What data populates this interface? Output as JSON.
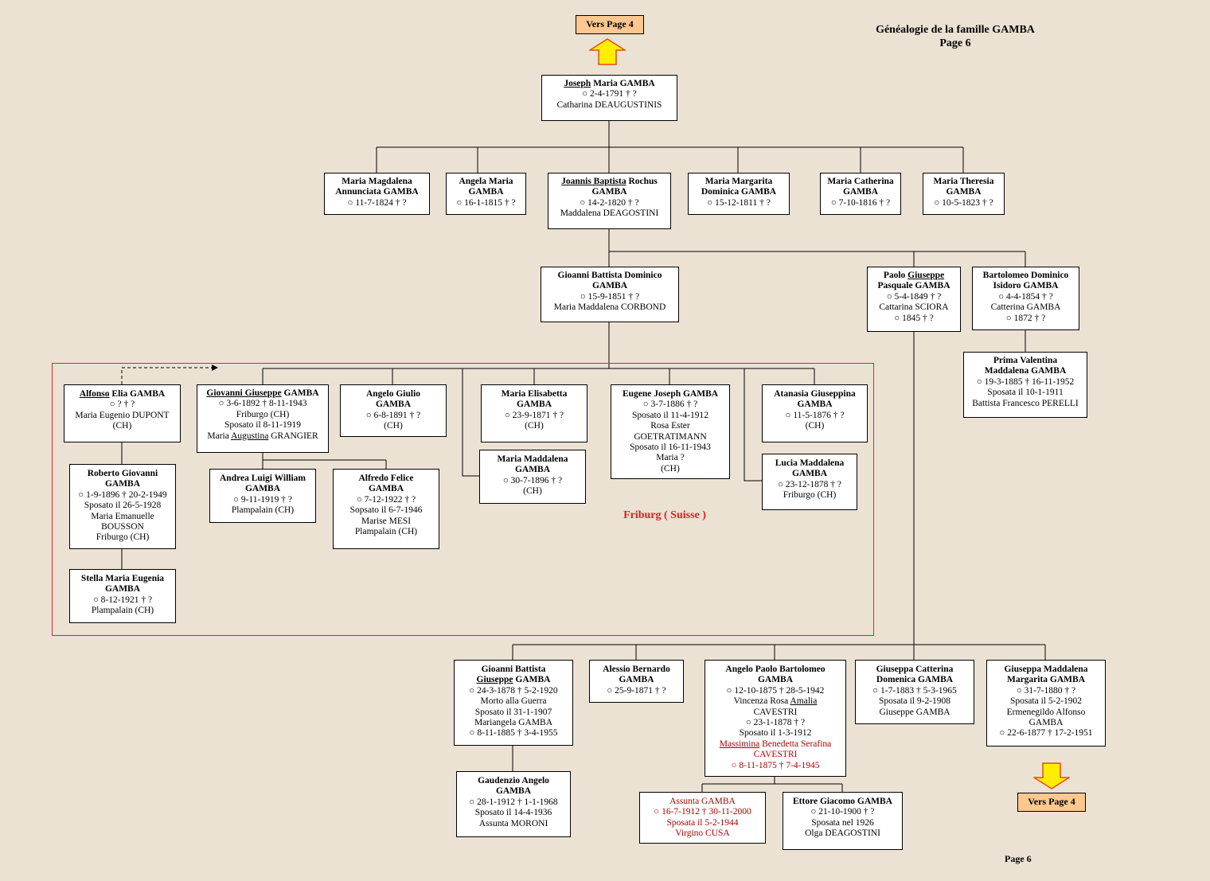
{
  "header": {
    "title": "Généalogie de la famille GAMBA",
    "subtitle": "Page 6"
  },
  "footer": {
    "page": "Page 6"
  },
  "nav": {
    "top": "Vers Page 4",
    "bottom": "Vers Page 4"
  },
  "region_label": "Friburg ( Suisse )",
  "persons": [
    {
      "id": "joseph",
      "lines": [
        [
          {
            "t": "Joseph",
            "s": "bold ul"
          },
          {
            "t": " Maria GAMBA",
            "s": "bold"
          }
        ],
        [
          {
            "t": "○ 2-4-1791 † ?"
          }
        ],
        [
          {
            "t": "Catharina DEAUGUSTINIS"
          }
        ]
      ]
    },
    {
      "id": "maria-magdalena",
      "lines": [
        [
          {
            "t": "Maria Magdalena",
            "s": "bold"
          }
        ],
        [
          {
            "t": "Annunciata  GAMBA",
            "s": "bold"
          }
        ],
        [
          {
            "t": "○ 11-7-1824 † ?"
          }
        ]
      ]
    },
    {
      "id": "angela-maria",
      "lines": [
        [
          {
            "t": "Angela Maria",
            "s": "bold"
          }
        ],
        [
          {
            "t": "GAMBA",
            "s": "bold"
          }
        ],
        [
          {
            "t": "○ 16-1-1815 † ?"
          }
        ]
      ]
    },
    {
      "id": "joannis",
      "lines": [
        [
          {
            "t": "Joannis Baptista",
            "s": "bold ul"
          },
          {
            "t": " Rochus",
            "s": "bold"
          }
        ],
        [
          {
            "t": "GAMBA",
            "s": "bold"
          }
        ],
        [
          {
            "t": "○ 14-2-1820 † ?"
          }
        ],
        [
          {
            "t": "Maddalena DEAGOSTINI"
          }
        ]
      ]
    },
    {
      "id": "maria-margarita",
      "lines": [
        [
          {
            "t": "Maria Margarita",
            "s": "bold"
          }
        ],
        [
          {
            "t": "Dominica GAMBA",
            "s": "bold"
          }
        ],
        [
          {
            "t": "○ 15-12-1811 † ?"
          }
        ]
      ]
    },
    {
      "id": "maria-catherina",
      "lines": [
        [
          {
            "t": "Maria Catherina",
            "s": "bold"
          }
        ],
        [
          {
            "t": "GAMBA",
            "s": "bold"
          }
        ],
        [
          {
            "t": "○ 7-10-1816 † ?"
          }
        ]
      ]
    },
    {
      "id": "maria-theresia",
      "lines": [
        [
          {
            "t": "Maria Theresia",
            "s": "bold"
          }
        ],
        [
          {
            "t": "GAMBA",
            "s": "bold"
          }
        ],
        [
          {
            "t": "○ 10-5-1823 † ?"
          }
        ]
      ]
    },
    {
      "id": "gioanni-b-dominico",
      "lines": [
        [
          {
            "t": "Gioanni Battista Dominico",
            "s": "bold"
          }
        ],
        [
          {
            "t": "GAMBA",
            "s": "bold"
          }
        ],
        [
          {
            "t": "○ 15-9-1851 † ?"
          }
        ],
        [
          {
            "t": "Maria Maddalena CORBOND"
          }
        ]
      ]
    },
    {
      "id": "paolo",
      "lines": [
        [
          {
            "t": "Paolo ",
            "s": "bold"
          },
          {
            "t": "Giuseppe",
            "s": "bold ul"
          }
        ],
        [
          {
            "t": "Pasquale GAMBA",
            "s": "bold"
          }
        ],
        [
          {
            "t": "○ 5-4-1849 † ?"
          }
        ],
        [
          {
            "t": "Cattarina SCIORA"
          }
        ],
        [
          {
            "t": "○ 1845 † ?"
          }
        ]
      ]
    },
    {
      "id": "bartolomeo",
      "lines": [
        [
          {
            "t": "Bartolomeo Dominico",
            "s": "bold"
          }
        ],
        [
          {
            "t": "Isidoro GAMBA",
            "s": "bold"
          }
        ],
        [
          {
            "t": "○ 4-4-1854 † ?"
          }
        ],
        [
          {
            "t": "Catterina GAMBA"
          }
        ],
        [
          {
            "t": "○ 1872 † ?"
          }
        ]
      ]
    },
    {
      "id": "prima",
      "lines": [
        [
          {
            "t": "Prima Valentina",
            "s": "bold"
          }
        ],
        [
          {
            "t": "Maddalena GAMBA",
            "s": "bold"
          }
        ],
        [
          {
            "t": "○ 19-3-1885 † 16-11-1952"
          }
        ],
        [
          {
            "t": "Sposata il 10-1-1911"
          }
        ],
        [
          {
            "t": "Battista Francesco PERELLI"
          }
        ]
      ]
    },
    {
      "id": "alfonso",
      "lines": [
        [
          {
            "t": "Alfonso",
            "s": "bold ul"
          },
          {
            "t": " Elia GAMBA",
            "s": "bold"
          }
        ],
        [
          {
            "t": "○ ? † ?"
          }
        ],
        [
          {
            "t": "Maria Eugenio DUPONT"
          }
        ],
        [
          {
            "t": "(CH)"
          }
        ]
      ]
    },
    {
      "id": "giovanni-giuseppe",
      "lines": [
        [
          {
            "t": "Giovanni Giuseppe",
            "s": "bold ul"
          },
          {
            "t": " GAMBA",
            "s": "bold"
          }
        ],
        [
          {
            "t": "○ 3-6-1892 † 8-11-1943"
          }
        ],
        [
          {
            "t": "Friburgo (CH)"
          }
        ],
        [
          {
            "t": "Sposato il 8-11-1919"
          }
        ],
        [
          {
            "t": "Maria "
          },
          {
            "t": "Augustina",
            "s": "ul"
          },
          {
            "t": " GRANGIER"
          }
        ]
      ]
    },
    {
      "id": "angelo-giulio",
      "lines": [
        [
          {
            "t": "Angelo Giulio",
            "s": "bold"
          }
        ],
        [
          {
            "t": "GAMBA",
            "s": "bold"
          }
        ],
        [
          {
            "t": "○ 6-8-1891 † ?"
          }
        ],
        [
          {
            "t": "(CH)"
          }
        ]
      ]
    },
    {
      "id": "maria-elisabetta",
      "lines": [
        [
          {
            "t": "Maria Elisabetta",
            "s": "bold"
          }
        ],
        [
          {
            "t": "GAMBA",
            "s": "bold"
          }
        ],
        [
          {
            "t": "○ 23-9-1871 † ?"
          }
        ],
        [
          {
            "t": "(CH)"
          }
        ]
      ]
    },
    {
      "id": "eugene",
      "lines": [
        [
          {
            "t": "Eugene Joseph GAMBA",
            "s": "bold"
          }
        ],
        [
          {
            "t": "○ 3-7-1886 † ?"
          }
        ],
        [
          {
            "t": "Sposato il 11-4-1912"
          }
        ],
        [
          {
            "t": "Rosa Ester"
          }
        ],
        [
          {
            "t": "GOETRATIMANN"
          }
        ],
        [
          {
            "t": "Sposato il 16-11-1943"
          }
        ],
        [
          {
            "t": "Maria ?"
          }
        ],
        [
          {
            "t": "(CH)"
          }
        ]
      ]
    },
    {
      "id": "atanasia",
      "lines": [
        [
          {
            "t": "Atanasia Giuseppina",
            "s": "bold"
          }
        ],
        [
          {
            "t": "GAMBA",
            "s": "bold"
          }
        ],
        [
          {
            "t": "○ 11-5-1876 † ?"
          }
        ],
        [
          {
            "t": "(CH)"
          }
        ]
      ]
    },
    {
      "id": "maria-maddalena",
      "lines": [
        [
          {
            "t": "Maria Maddalena",
            "s": "bold"
          }
        ],
        [
          {
            "t": "GAMBA",
            "s": "bold"
          }
        ],
        [
          {
            "t": "○ 30-7-1896 † ?"
          }
        ],
        [
          {
            "t": "(CH)"
          }
        ]
      ]
    },
    {
      "id": "lucia",
      "lines": [
        [
          {
            "t": "Lucia Maddalena",
            "s": "bold"
          }
        ],
        [
          {
            "t": "GAMBA",
            "s": "bold"
          }
        ],
        [
          {
            "t": "○ 23-12-1878 † ?"
          }
        ],
        [
          {
            "t": "Friburgo (CH)"
          }
        ]
      ]
    },
    {
      "id": "roberto",
      "lines": [
        [
          {
            "t": "Roberto Giovanni",
            "s": "bold"
          }
        ],
        [
          {
            "t": "GAMBA",
            "s": "bold"
          }
        ],
        [
          {
            "t": "○ 1-9-1896 † 20-2-1949"
          }
        ],
        [
          {
            "t": "Sposato il 26-5-1928"
          }
        ],
        [
          {
            "t": "Maria Emanuelle"
          }
        ],
        [
          {
            "t": "BOUSSON"
          }
        ],
        [
          {
            "t": "Friburgo (CH)"
          }
        ]
      ]
    },
    {
      "id": "andrea",
      "lines": [
        [
          {
            "t": "Andrea Luigi William",
            "s": "bold"
          }
        ],
        [
          {
            "t": "GAMBA",
            "s": "bold"
          }
        ],
        [
          {
            "t": "○ 9-11-1919 † ?"
          }
        ],
        [
          {
            "t": "Plampalain (CH)"
          }
        ]
      ]
    },
    {
      "id": "alfredo",
      "lines": [
        [
          {
            "t": "Alfredo Felice",
            "s": "bold"
          }
        ],
        [
          {
            "t": "GAMBA",
            "s": "bold"
          }
        ],
        [
          {
            "t": "○ 7-12-1922 † ?"
          }
        ],
        [
          {
            "t": "Sopsato il 6-7-1946"
          }
        ],
        [
          {
            "t": "Marise MESI"
          }
        ],
        [
          {
            "t": "Plampalain (CH)"
          }
        ]
      ]
    },
    {
      "id": "stella",
      "lines": [
        [
          {
            "t": "Stella Maria Eugenia",
            "s": "bold"
          }
        ],
        [
          {
            "t": "GAMBA",
            "s": "bold"
          }
        ],
        [
          {
            "t": "○ 8-12-1921 † ?"
          }
        ],
        [
          {
            "t": "Plampalain (CH)"
          }
        ]
      ]
    },
    {
      "id": "gioanni-b-giuseppe",
      "lines": [
        [
          {
            "t": "Gioanni Battista",
            "s": "bold"
          }
        ],
        [
          {
            "t": "Giuseppe",
            "s": "bold ul"
          },
          {
            "t": " GAMBA",
            "s": "bold"
          }
        ],
        [
          {
            "t": "○ 24-3-1878 † 5-2-1920"
          }
        ],
        [
          {
            "t": "Morto alla Guerra"
          }
        ],
        [
          {
            "t": "Sposato il 31-1-1907"
          }
        ],
        [
          {
            "t": "Mariangela GAMBA"
          }
        ],
        [
          {
            "t": "○ 8-11-1885 † 3-4-1955"
          }
        ]
      ]
    },
    {
      "id": "alessio",
      "lines": [
        [
          {
            "t": "Alessio Bernardo",
            "s": "bold"
          }
        ],
        [
          {
            "t": "GAMBA",
            "s": "bold"
          }
        ],
        [
          {
            "t": "○ 25-9-1871 † ?"
          }
        ]
      ]
    },
    {
      "id": "angelo-paolo",
      "lines": [
        [
          {
            "t": "Angelo Paolo Bartolomeo",
            "s": "bold"
          }
        ],
        [
          {
            "t": "GAMBA",
            "s": "bold"
          }
        ],
        [
          {
            "t": "○ 12-10-1875 † 28-5-1942"
          }
        ],
        [
          {
            "t": "Vincenza Rosa "
          },
          {
            "t": "Amalia",
            "s": "ul"
          }
        ],
        [
          {
            "t": "CAVESTRI"
          }
        ],
        [
          {
            "t": "○ 23-1-1878 † ?"
          }
        ],
        [
          {
            "t": "Sposato il 1-3-1912"
          }
        ],
        [
          {
            "t": "Massimina",
            "s": "ul-red"
          },
          {
            "t": " Benedetta Serafina",
            "s": "red"
          }
        ],
        [
          {
            "t": "CAVESTRI",
            "s": "red"
          }
        ],
        [
          {
            "t": "○ 8-11-1875 † 7-4-1945",
            "s": "red"
          }
        ]
      ]
    },
    {
      "id": "giuseppa-catterina",
      "lines": [
        [
          {
            "t": "Giuseppa Catterina",
            "s": "bold"
          }
        ],
        [
          {
            "t": "Domenica GAMBA",
            "s": "bold"
          }
        ],
        [
          {
            "t": "○ 1-7-1883 † 5-3-1965"
          }
        ],
        [
          {
            "t": "Sposata il 9-2-1908"
          }
        ],
        [
          {
            "t": "Giuseppe GAMBA"
          }
        ]
      ]
    },
    {
      "id": "giuseppa-maddalena",
      "lines": [
        [
          {
            "t": "Giuseppa Maddalena",
            "s": "bold"
          }
        ],
        [
          {
            "t": "Margarita GAMBA",
            "s": "bold"
          }
        ],
        [
          {
            "t": "○ 31-7-1880 † ?"
          }
        ],
        [
          {
            "t": "Sposata il 5-2-1902"
          }
        ],
        [
          {
            "t": "Ermenegildo Alfonso"
          }
        ],
        [
          {
            "t": "GAMBA"
          }
        ],
        [
          {
            "t": "○ 22-6-1877 † 17-2-1951"
          }
        ]
      ]
    },
    {
      "id": "gaudenzio",
      "lines": [
        [
          {
            "t": "Gaudenzio Angelo",
            "s": "bold"
          }
        ],
        [
          {
            "t": "GAMBA",
            "s": "bold"
          }
        ],
        [
          {
            "t": "○ 28-1-1912 † 1-1-1968"
          }
        ],
        [
          {
            "t": "Sposato il 14-4-1936"
          }
        ],
        [
          {
            "t": "Assunta MORONI"
          }
        ]
      ]
    },
    {
      "id": "assunta",
      "lines": [
        [
          {
            "t": "Assunta GAMBA",
            "s": "red"
          }
        ],
        [
          {
            "t": "○ 16-7-1912 † 30-11-2000",
            "s": "red"
          }
        ],
        [
          {
            "t": "Sposata il 5-2-1944",
            "s": "red"
          }
        ],
        [
          {
            "t": "Virgino CUSA",
            "s": "red"
          }
        ]
      ]
    },
    {
      "id": "ettore",
      "lines": [
        [
          {
            "t": "Ettore Giacomo GAMBA",
            "s": "bold"
          }
        ],
        [
          {
            "t": "○ 21-10-1900 † ?"
          }
        ],
        [
          {
            "t": "Sposata nel 1926"
          }
        ],
        [
          {
            "t": "Olga DEAGOSTINI"
          }
        ]
      ]
    }
  ]
}
